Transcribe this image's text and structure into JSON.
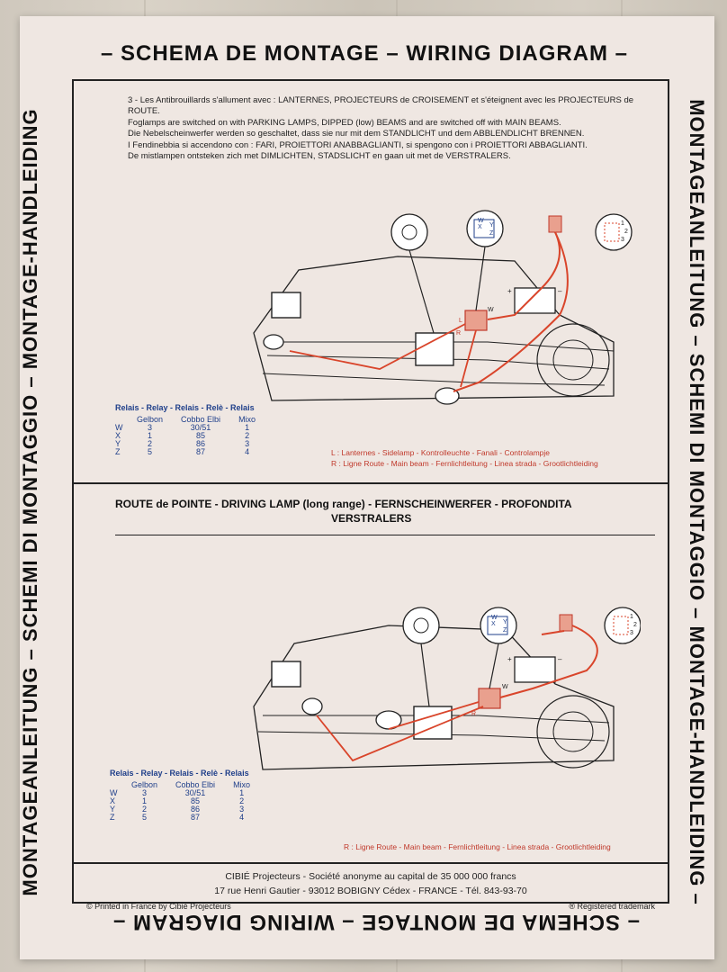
{
  "border": {
    "top": "– SCHEMA DE MONTAGE – WIRING DIAGRAM –",
    "bottom": "– SCHEMA DE MONTAGE – WIRING DIAGRAM –",
    "left": "MONTAGEANLEITUNG – SCHEMI DI MONTAGGIO – MONTAGE-HANDLEIDING",
    "right": "MONTAGEANLEITUNG – SCHEMI DI MONTAGGIO – MONTAGE-HANDLEIDING –"
  },
  "section1": {
    "instructions": [
      "3 - Les Antibrouillards s'allument avec : LANTERNES, PROJECTEURS de CROISEMENT et s'éteignent avec les PROJECTEURS de ROUTE.",
      "Foglamps are switched on with PARKING LAMPS, DIPPED (low) BEAMS and are switched off with MAIN BEAMS.",
      "Die Nebelscheinwerfer werden so geschaltet, dass sie nur mit dem STANDLICHT und dem ABBLENDLICHT BRENNEN.",
      "I Fendinebbia si accendono con : FARI, PROIETTORI ANABBAGLIANTI, si spengono con i PROIETTORI ABBAGLIANTI.",
      "De mistlampen ontsteken zich met DIMLICHTEN, STADSLICHT en gaan uit met de VERSTRALERS."
    ],
    "relay_title": "Relais - Relay - Relais - Relè - Relais",
    "legend": [
      "L : Lanternes - Sidelamp - Kontrolleuchte - Fanali - Controlampje",
      "R : Ligne Route - Main beam - Fernlichtleitung - Linea strada - Grootlichtleiding"
    ]
  },
  "section2": {
    "title_line1": "ROUTE de POINTE - DRIVING LAMP (long range) - FERNSCHEINWERFER - PROFONDITA",
    "title_line2": "VERSTRALERS",
    "relay_title": "Relais - Relay - Relais - Relè - Relais",
    "legend": [
      "R : Ligne Route - Main beam - Fernlichtleitung - Linea strada - Grootlichtleiding"
    ]
  },
  "relay_table": {
    "headers": [
      "Gelbon",
      "Cobbo Elbi",
      "Mixo"
    ],
    "rows": [
      {
        "letter": "W",
        "gelbon": "3",
        "cobbo": "30/51",
        "mixo": "1"
      },
      {
        "letter": "X",
        "gelbon": "1",
        "cobbo": "85",
        "mixo": "2"
      },
      {
        "letter": "Y",
        "gelbon": "2",
        "cobbo": "86",
        "mixo": "3"
      },
      {
        "letter": "Z",
        "gelbon": "5",
        "cobbo": "87",
        "mixo": "4"
      }
    ]
  },
  "diagram_labels": {
    "w": "W",
    "x": "X",
    "y": "Y",
    "z": "Z",
    "n1": "1",
    "n2": "2",
    "n3": "3",
    "l": "L",
    "r": "R",
    "plus": "+",
    "minus": "–"
  },
  "footer": {
    "line1": "CIBIÉ Projecteurs - Société anonyme au capital de 35 000 000 francs",
    "line2": "17 rue Henri Gautier - 93012 BOBIGNY Cédex - FRANCE - Tél. 843-93-70",
    "printed": "© Printed in France by Cibié Projecteurs",
    "trademark": "® Registered trademark"
  },
  "colors": {
    "wire_red": "#d9452b",
    "text_blue": "#1f3f8a",
    "ink": "#1a1a1a",
    "paper": "#efe7e2"
  }
}
